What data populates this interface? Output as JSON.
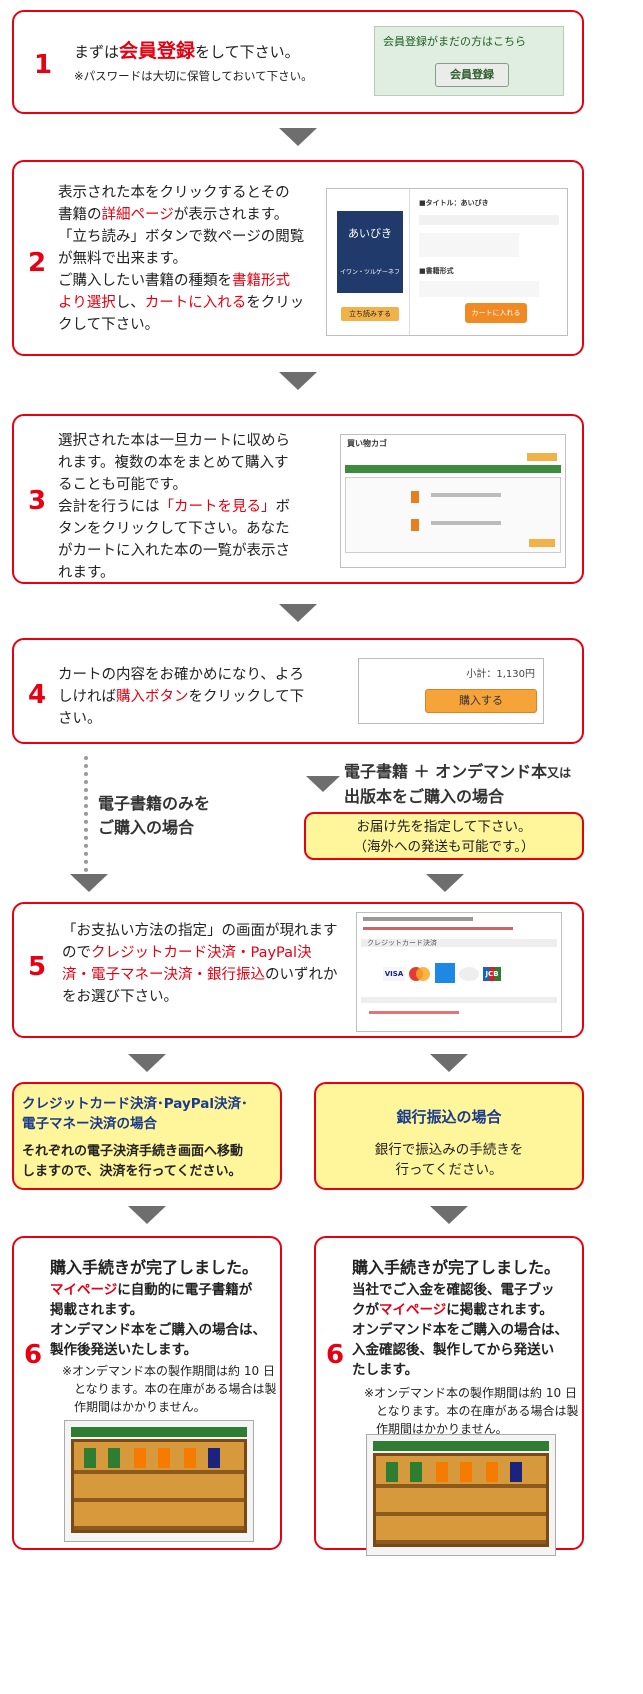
{
  "step1": {
    "num": "1",
    "t1": "まずは",
    "t1_red": "会員登録",
    "t1_after": "をして下さい。",
    "note": "※パスワードは大切に保管しておいて下さい。",
    "panel_caption": "会員登録がまだの方はこちら",
    "panel_button": "会員登録"
  },
  "step2": {
    "num": "2",
    "l1": "表示された本をクリックするとその",
    "l2a": "書籍の",
    "l2_red": "詳細ページ",
    "l2b": "が表示されます。",
    "l3": "「立ち読み」ボタンで数ページの閲覧",
    "l4": "が無料で出来ます。",
    "l5a": "ご購入したい書籍の種類を",
    "l5_red": "書籍形式",
    "l6_red": "より選択",
    "l6a": "し、",
    "l6_red2": "カートに入れる",
    "l6b": "をクリッ",
    "l7": "クして下さい。",
    "shot": {
      "book_title": "あいびき",
      "book_author": "イワン・ツルゲーネフ",
      "preview_btn": "立ち読みする",
      "title_label": "■タイトル：あいびき",
      "format_label": "■書籍形式",
      "cart_btn": "カートに入れる"
    }
  },
  "step3": {
    "num": "3",
    "l1": "選択された本は一旦カートに収めら",
    "l2": "れます。複数の本をまとめて購入す",
    "l3": "ることも可能です。",
    "l4a": "会計を行うには",
    "l4_red": "「カートを見る」",
    "l4b": "ボ",
    "l5": "タンをクリックして下さい。あなた",
    "l6": "がカートに入れた本の一覧が表示さ",
    "l7": "れます。",
    "shot": {
      "title": "買い物カゴ"
    }
  },
  "step4": {
    "num": "4",
    "l1": "カートの内容をお確かめになり、よろ",
    "l2a": "しければ",
    "l2_red": "購入ボタン",
    "l2b": "をクリックして下",
    "l3": "さい。",
    "subtotal": "小計：1,130円",
    "buy_btn": "購入する"
  },
  "branch": {
    "left_l1": "電子書籍のみを",
    "left_l2": "ご購入の場合",
    "right_l1a": "電子書籍 ＋ オンデマンド本",
    "right_l1b": "又は",
    "right_l2": "出版本をご購入の場合",
    "yellow_l1": "お届け先を指定して下さい。",
    "yellow_l2": "（海外への発送も可能です。）"
  },
  "step5": {
    "num": "5",
    "l1": "「お支払い方法の指定」の画面が現れます",
    "l2a": "ので",
    "l2_red": "クレジットカード決済・PayPal決",
    "l3_red": "済・電子マネー決済・銀行振込",
    "l3b": "のいずれか",
    "l4": "をお選び下さい。",
    "shot": {
      "card_label": "クレジットカード決済",
      "visa": "VISA",
      "jcb": "JCB"
    }
  },
  "pay_left": {
    "title_l1": "クレジットカード決済･PayPal決済･",
    "title_l2": "電子マネー決済の場合",
    "l1": "それぞれの電子決済手続き画面へ移動",
    "l2": "しますので、決済を行ってください。"
  },
  "pay_right": {
    "title": "銀行振込の場合",
    "l1": "銀行で振込みの手続きを",
    "l2": "行ってください。"
  },
  "step6_left": {
    "num": "6",
    "head": "購入手続きが完了しました。",
    "l1_red": "マイページ",
    "l1b": "に自動的に電子書籍が",
    "l2": "掲載されます。",
    "l3": "オンデマンド本をご購入の場合は、",
    "l4": "製作後発送いたします。",
    "n1": "※オンデマンド本の製作期間は約 10 日",
    "n2": "となります。本の在庫がある場合は製",
    "n3": "作期間はかかりません。"
  },
  "step6_right": {
    "num": "6",
    "head": "購入手続きが完了しました。",
    "l1": "当社でご入金を確認後、電子ブッ",
    "l2a": "クが",
    "l2_red": "マイページ",
    "l2b": "に掲載されます。",
    "l3": "オンデマンド本をご購入の場合は、",
    "l4": "入金確認後、製作してから発送い",
    "l5": "たします。",
    "n1": "※オンデマンド本の製作期間は約 10 日",
    "n2": "となります。本の在庫がある場合は製",
    "n3": "作期間はかかりません。"
  }
}
